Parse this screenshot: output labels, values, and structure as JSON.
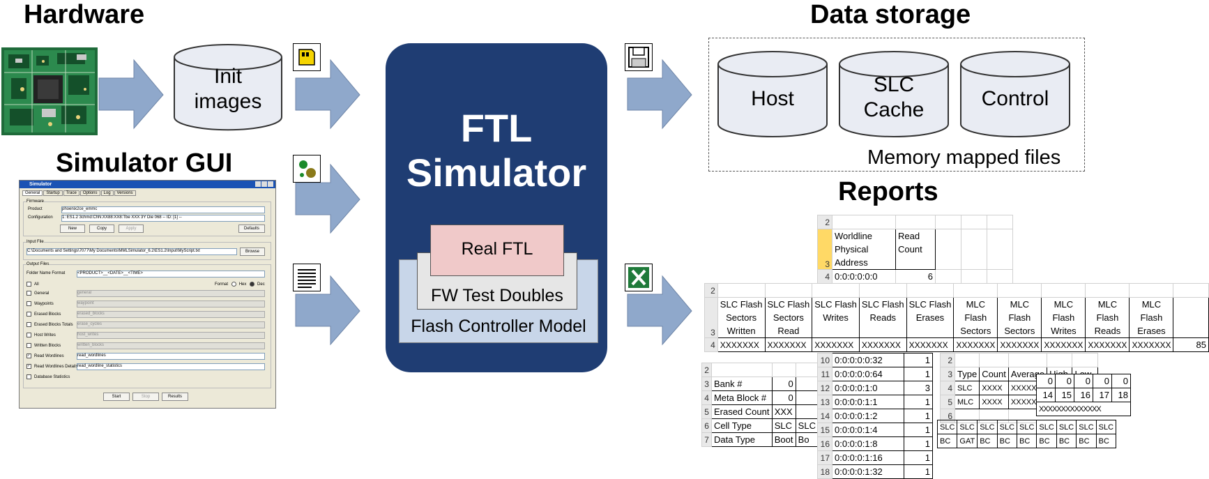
{
  "headings": {
    "hardware": "Hardware",
    "simulator_gui": "Simulator GUI",
    "data_storage": "Data storage",
    "reports": "Reports"
  },
  "init_images": {
    "line1": "Init",
    "line2": "images"
  },
  "ftl": {
    "title_line1": "FTL",
    "title_line2": "Simulator",
    "real_ftl": "Real FTL",
    "fw_test_doubles": "FW Test Doubles",
    "flash_controller_model": "Flash Controller Model"
  },
  "storage": {
    "host": "Host",
    "slc_line1": "SLC",
    "slc_line2": "Cache",
    "control": "Control",
    "caption": "Memory mapped files"
  },
  "gui": {
    "title": "Simulator",
    "tabs": [
      "General",
      "Startup",
      "Trace",
      "Options",
      "Log",
      "Versions"
    ],
    "firmware_group": "Firmware",
    "product_label": "Product",
    "product_value": "phoenix2ce_emmc",
    "config_label": "Configuration",
    "config_value": "1: ES1.2 3chmd:ChN:XX88:XX8:Tbe XXX 3Y Die 068 -- ID: [1] --",
    "btn_new": "New",
    "btn_copy": "Copy",
    "btn_apply": "Apply",
    "btn_defaults": "Defaults",
    "input_group": "Input File",
    "input_value": "C:\\Documents and Settings\\7077\\My Documents\\MMLSimulator_6.2\\ES1.2\\Input\\MyScript.txt",
    "btn_browse": "Browse",
    "output_group": "Output Files",
    "folder_label": "Folder Name Format",
    "folder_value": "<PRODUCT>__<DATE>__<TIME>",
    "all_label": "All",
    "format_label": "Format",
    "hex_label": "Hex",
    "dec_label": "Dec",
    "options": [
      {
        "label": "General",
        "value": "general",
        "checked": false
      },
      {
        "label": "Waypoints",
        "value": "waypoint",
        "checked": false
      },
      {
        "label": "Erased Blocks",
        "value": "erased_blocks",
        "checked": false
      },
      {
        "label": "Erased Blocks Totals",
        "value": "erase_cycles",
        "checked": false
      },
      {
        "label": "Host Writes",
        "value": "host_writes",
        "checked": false
      },
      {
        "label": "Written Blocks",
        "value": "written_blocks",
        "checked": false
      },
      {
        "label": "Read Wordlines",
        "value": "read_wordlines",
        "checked": true
      },
      {
        "label": "Read Wordlines Details",
        "value": "read_wordline_statistics",
        "checked": true
      },
      {
        "label": "Database Statistics",
        "value": "",
        "checked": false
      }
    ],
    "btn_start": "Start",
    "btn_stop": "Stop",
    "btn_results": "Results"
  },
  "reports": {
    "top_sheet": {
      "row2": "2",
      "row3": "3",
      "row4": "4",
      "header_a": [
        "Worldline",
        "Physical",
        "Address"
      ],
      "header_b": [
        "Read",
        "Count"
      ],
      "value_a": "0:0:0:0:0:0",
      "value_b": "6"
    },
    "wide_sheet": {
      "rows": [
        "2",
        "3",
        "4"
      ],
      "headers": [
        [
          "SLC Flash",
          "Sectors",
          "Written"
        ],
        [
          "SLC Flash",
          "Sectors",
          "Read"
        ],
        [
          "SLC Flash",
          "Writes"
        ],
        [
          "SLC Flash",
          "Reads"
        ],
        [
          "SLC Flash",
          "Erases"
        ],
        [
          "MLC",
          "Flash",
          "Sectors"
        ],
        [
          "MLC",
          "Flash",
          "Sectors"
        ],
        [
          "MLC",
          "Flash",
          "Writes"
        ],
        [
          "MLC",
          "Flash",
          "Reads"
        ],
        [
          "MLC",
          "Flash",
          "Erases"
        ]
      ],
      "values": [
        "XXXXXXX",
        "XXXXXXX",
        "XXXXXXX",
        "XXXXXXX",
        "XXXXXXX",
        "XXXXXXX",
        "XXXXXXX",
        "XXXXXXX",
        "XXXXXXX",
        "XXXXXXX"
      ],
      "last_value": "85"
    },
    "address_sheet": {
      "rows": [
        {
          "n": "10",
          "addr": "0:0:0:0:0:32",
          "count": "1"
        },
        {
          "n": "11",
          "addr": "0:0:0:0:0:64",
          "count": "1"
        },
        {
          "n": "12",
          "addr": "0:0:0:0:1:0",
          "count": "3"
        },
        {
          "n": "13",
          "addr": "0:0:0:0:1:1",
          "count": "1"
        },
        {
          "n": "14",
          "addr": "0:0:0:0:1:2",
          "count": "1"
        },
        {
          "n": "15",
          "addr": "0:0:0:0:1:4",
          "count": "1"
        },
        {
          "n": "16",
          "addr": "0:0:0:0:1:8",
          "count": "1"
        },
        {
          "n": "17",
          "addr": "0:0:0:0:1:16",
          "count": "1"
        },
        {
          "n": "18",
          "addr": "0:0:0:0:1:32",
          "count": "1"
        }
      ]
    },
    "block_sheet": {
      "rows": [
        {
          "n": "2",
          "label": "",
          "v1": "",
          "v2": ""
        },
        {
          "n": "3",
          "label": "Bank #",
          "v1": "0",
          "v2": ""
        },
        {
          "n": "4",
          "label": "Meta Block #",
          "v1": "0",
          "v2": ""
        },
        {
          "n": "5",
          "label": "Erased Count",
          "v1": "XXX",
          "v2": ""
        },
        {
          "n": "6",
          "label": "Cell Type",
          "v1": "SLC",
          "v2": "SLC"
        },
        {
          "n": "7",
          "label": "Data Type",
          "v1": "Boot",
          "v2": "Bo"
        }
      ]
    },
    "stats_sheet": {
      "rows": [
        "2",
        "3",
        "4",
        "5",
        "6"
      ],
      "headers": [
        "Type",
        "Count",
        "Average",
        "High",
        "Low"
      ],
      "data": [
        [
          "SLC",
          "XXXX",
          "XXXXX",
          "XXXX",
          "XXXX"
        ],
        [
          "MLC",
          "XXXX",
          "XXXXX",
          "XXXX",
          "XXXX"
        ]
      ]
    },
    "misc_sheet": {
      "row1": [
        "0",
        "0",
        "0",
        "0",
        "0"
      ],
      "row2": [
        "14",
        "15",
        "16",
        "17",
        "18"
      ],
      "row3": "XXXXXXXXXXXXXX",
      "row4": [
        "SLC",
        "SLC",
        "SLC",
        "SLC",
        "SLC",
        "SLC",
        "SLC",
        "SLC",
        "SLC"
      ],
      "row5": [
        "BC",
        "GAT",
        "BC",
        "BC",
        "BC",
        "BC",
        "BC",
        "BC",
        "BC"
      ]
    }
  },
  "colors": {
    "arrow_fill": "#8fa8cb",
    "cylinder_fill": "#e9ecf3",
    "ftl_bg": "#1f3d73",
    "real_ftl_fill": "#f0c9c9",
    "fw_doubles_fill": "#e6e6e6",
    "controller_fill": "#c8d6e9",
    "sheet_highlight": "#ffd966"
  },
  "icons": [
    "pcb-board-image",
    "sd-card-icon",
    "green-dots-icon",
    "document-lines-icon",
    "floppy-disk-icon",
    "excel-icon"
  ]
}
